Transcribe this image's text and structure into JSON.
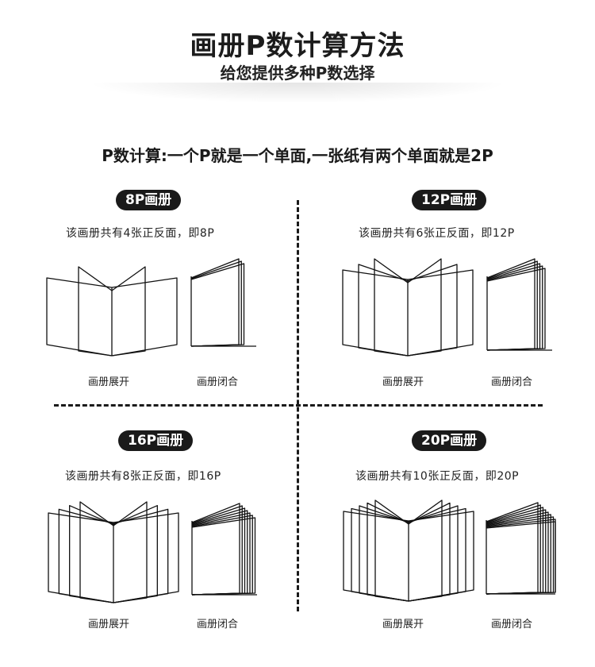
{
  "header": {
    "title": "画册P数计算方法",
    "subtitle": "给您提供多种P数选择"
  },
  "formula": "P数计算:一个P就是一个单面,一张纸有两个单面就是2P",
  "sections": [
    {
      "label": "8P画册",
      "desc": "该画册共有4张正反面，即8P",
      "open_caption": "画册展开",
      "closed_caption": "画册闭合",
      "pages_per_side": 2
    },
    {
      "label": "12P画册",
      "desc": "该画册共有6张正反面，即12P",
      "open_caption": "画册展开",
      "closed_caption": "画册闭合",
      "pages_per_side": 3
    },
    {
      "label": "16P画册",
      "desc": "该画册共有8张正反面，即16P",
      "open_caption": "画册展开",
      "closed_caption": "画册闭合",
      "pages_per_side": 4
    },
    {
      "label": "20P画册",
      "desc": "该画册共有10张正反面，即20P",
      "open_caption": "画册展开",
      "closed_caption": "画册闭合",
      "pages_per_side": 5
    }
  ]
}
